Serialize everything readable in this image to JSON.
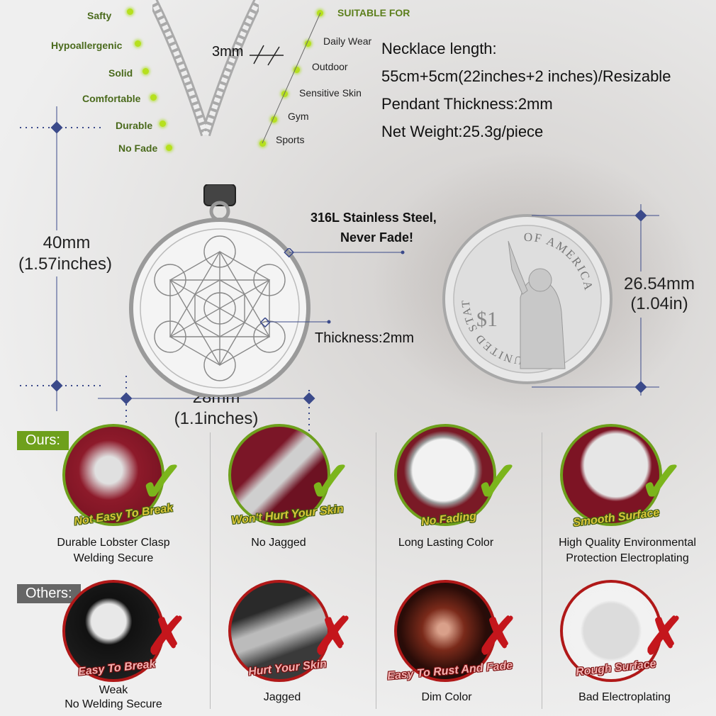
{
  "features": [
    "Safty",
    "Hypoallergenic",
    "Solid",
    "Comfortable",
    "Durable",
    "No Fade"
  ],
  "suitable": {
    "title": "SUITABLE FOR",
    "items": [
      "Daily Wear",
      "Outdoor",
      "Sensitive Skin",
      "Gym",
      "Sports"
    ]
  },
  "chain_thickness": "3mm",
  "specs": [
    "Necklace length:",
    "55cm+5cm(22inches+2 inches)/Resizable",
    "Pendant Thickness:2mm",
    "Net Weight:25.3g/piece"
  ],
  "pendant": {
    "height_mm": "40mm",
    "height_in": "(1.57inches)",
    "width_mm": "28mm",
    "width_in": "(1.1inches)",
    "material_line1": "316L Stainless Steel,",
    "material_line2": "Never Fade!",
    "thickness": "Thickness:2mm"
  },
  "coin": {
    "size_mm": "26.54mm",
    "size_in": "(1.04in)",
    "top_text": "OF AMERICA",
    "left_text": "UNITED STATES",
    "value": "$1"
  },
  "ours_label": "Ours:",
  "others_label": "Others:",
  "ours": [
    {
      "slogan": "Not Easy To Break",
      "caption1": "Durable Lobster Clasp",
      "caption2": "Welding Secure"
    },
    {
      "slogan": "Won't Hurt Your Skin",
      "caption1": "No Jagged",
      "caption2": ""
    },
    {
      "slogan": "No Fading",
      "caption1": "Long Lasting Color",
      "caption2": ""
    },
    {
      "slogan": "Smooth Surface",
      "caption1": "High Quality Environmental",
      "caption2": "Protection Electroplating"
    }
  ],
  "others": [
    {
      "slogan": "Easy To Break",
      "caption1": "Weak",
      "caption2": "No Welding Secure"
    },
    {
      "slogan": "Hurt Your Skin",
      "caption1": "Jagged",
      "caption2": ""
    },
    {
      "slogan": "Easy To Rust And Fade",
      "caption1": "Dim Color",
      "caption2": ""
    },
    {
      "slogan": "Rough Surface",
      "caption1": "Bad Electroplating",
      "caption2": ""
    }
  ],
  "colors": {
    "accent_green": "#7bb51c",
    "bad_red": "#c4161c",
    "label_green": "#6ea01c",
    "label_gray": "#666666"
  }
}
